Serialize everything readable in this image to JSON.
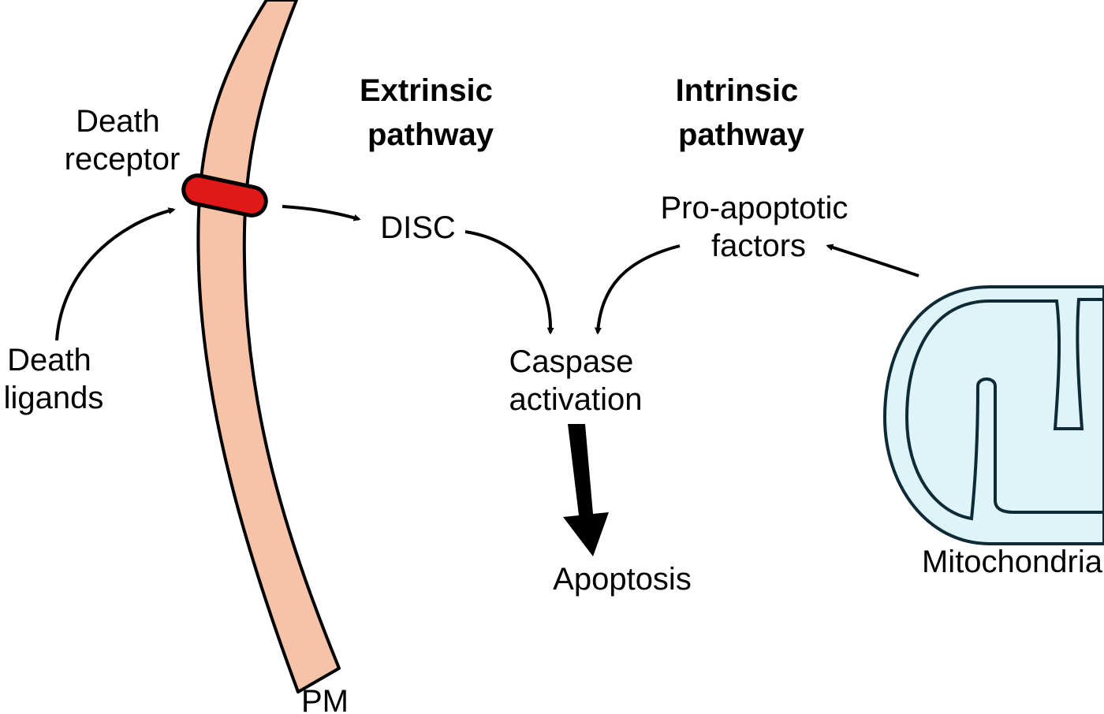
{
  "colors": {
    "membrane": "#f7c3a8",
    "receptor": "#e01818",
    "mitochondria": "#dff4f8",
    "stroke": "#000000",
    "mito_stroke": "#0e2a36"
  },
  "headings": {
    "extrinsic": [
      "Extrinsic",
      "pathway"
    ],
    "intrinsic": [
      "Intrinsic",
      "pathway"
    ]
  },
  "labels": {
    "death_receptor": [
      "Death",
      "receptor"
    ],
    "death_ligands": [
      "Death",
      "ligands"
    ],
    "disc": "DISC",
    "pro_apoptotic": [
      "Pro-apoptotic",
      "factors"
    ],
    "caspase": [
      "Caspase",
      "activation"
    ],
    "apoptosis": "Apoptosis",
    "mitochondria": "Mitochondria",
    "pm": "PM"
  }
}
